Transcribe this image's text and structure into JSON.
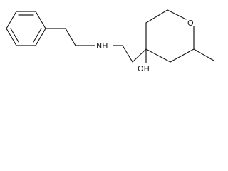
{
  "molecule": {
    "atoms": {
      "nh": "NH",
      "o": "O",
      "oh": "OH"
    }
  }
}
